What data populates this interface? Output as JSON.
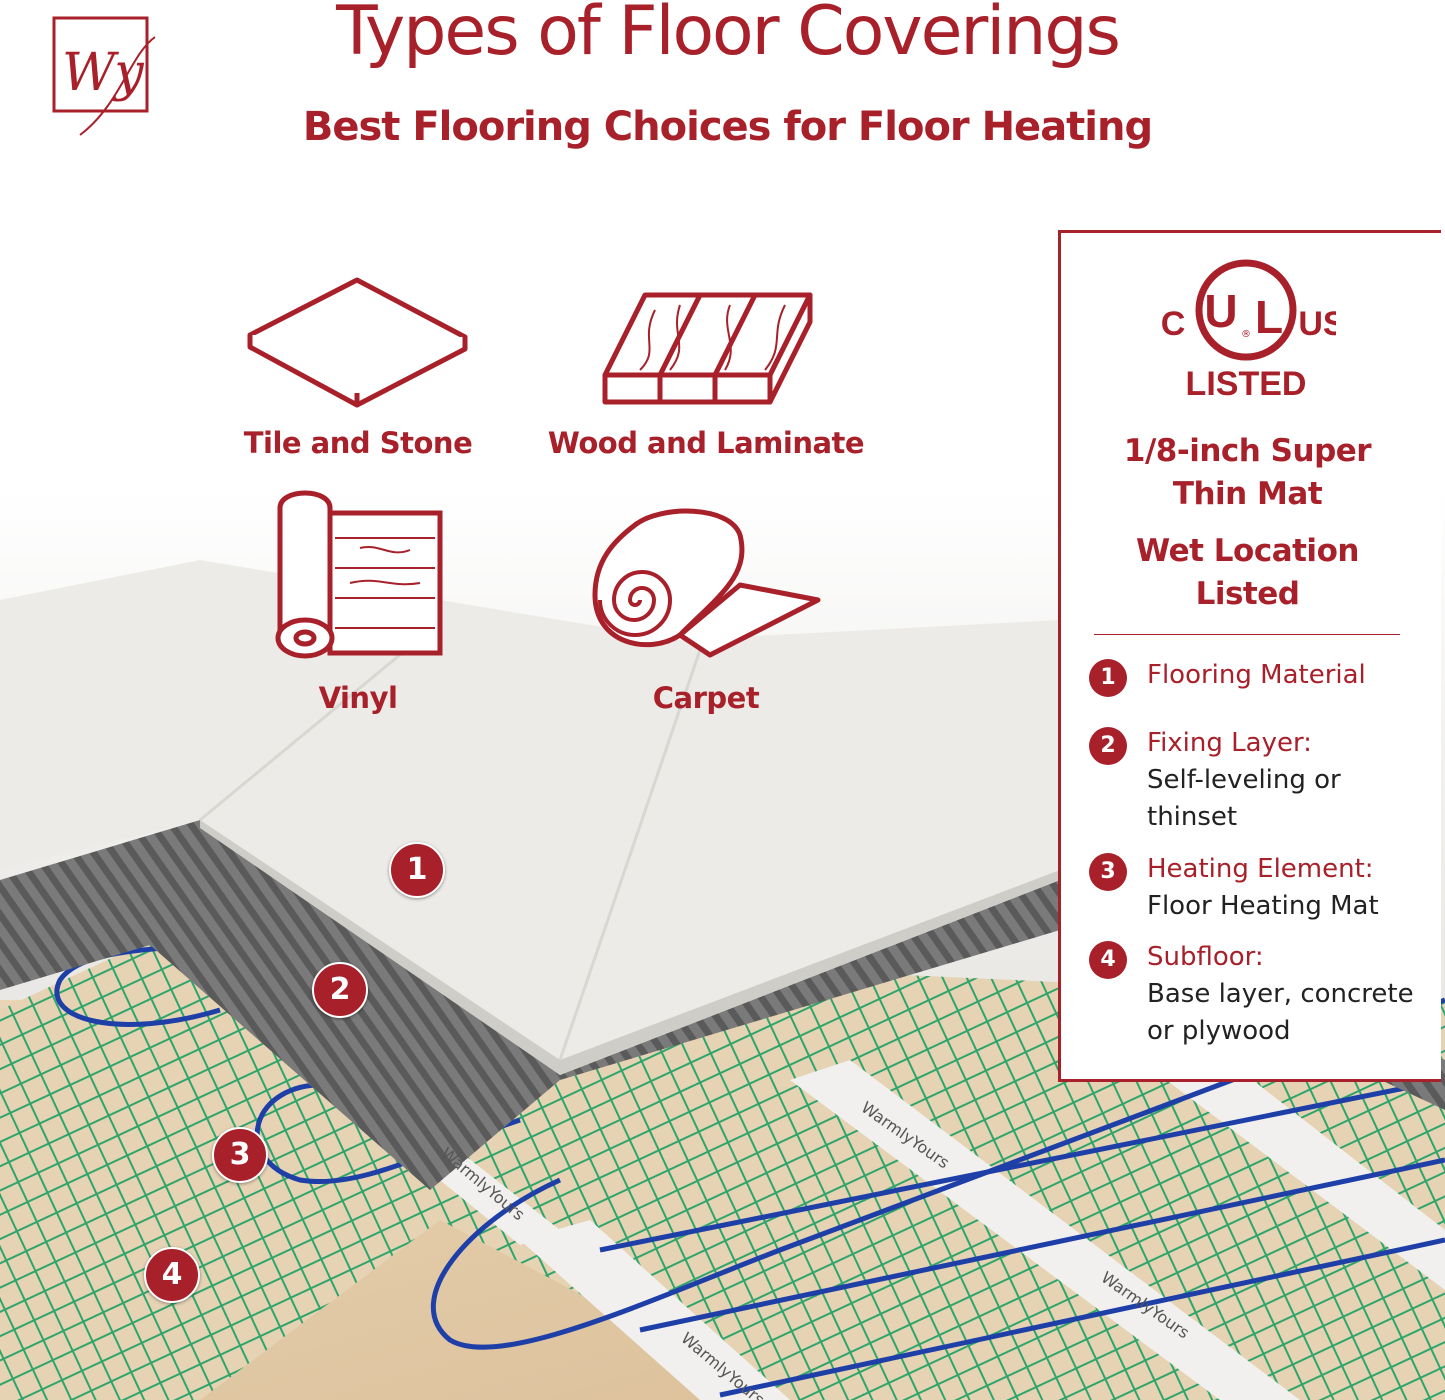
{
  "header": {
    "title": "Types of Floor Coverings",
    "subtitle": "Best Flooring Choices for Floor Heating",
    "logo_text": "Wy"
  },
  "flooring_types": [
    {
      "label": "Tile and Stone",
      "icon": "tile-icon"
    },
    {
      "label": "Wood and Laminate",
      "icon": "wood-planks-icon"
    },
    {
      "label": "Vinyl",
      "icon": "vinyl-roll-icon"
    },
    {
      "label": "Carpet",
      "icon": "carpet-roll-icon"
    }
  ],
  "panel": {
    "certification": {
      "c": "C",
      "ul": "UL",
      "us": "US",
      "listed": "LISTED",
      "registered": "®"
    },
    "feature_1": "1/8-inch Super Thin Mat",
    "feature_2": "Wet Location Listed",
    "legend": [
      {
        "number": "1",
        "title": "Flooring Material",
        "desc": ""
      },
      {
        "number": "2",
        "title": "Fixing Layer:",
        "desc": "Self-leveling or thinset"
      },
      {
        "number": "3",
        "title": "Heating Element:",
        "desc": "Floor Heating Mat"
      },
      {
        "number": "4",
        "title": "Subfloor:",
        "desc": "Base layer, concrete or plywood"
      }
    ]
  },
  "callouts": [
    "1",
    "2",
    "3",
    "4"
  ],
  "mat_brand": "WarmlyYours",
  "colors": {
    "brand_red": "#a8202a",
    "mesh_green": "#2fa56b",
    "cable_blue": "#1f3fa8",
    "thinset_gray": "#6d6d6d",
    "subfloor_wood": "#e2c9a6",
    "tile": "#ecebe7"
  }
}
